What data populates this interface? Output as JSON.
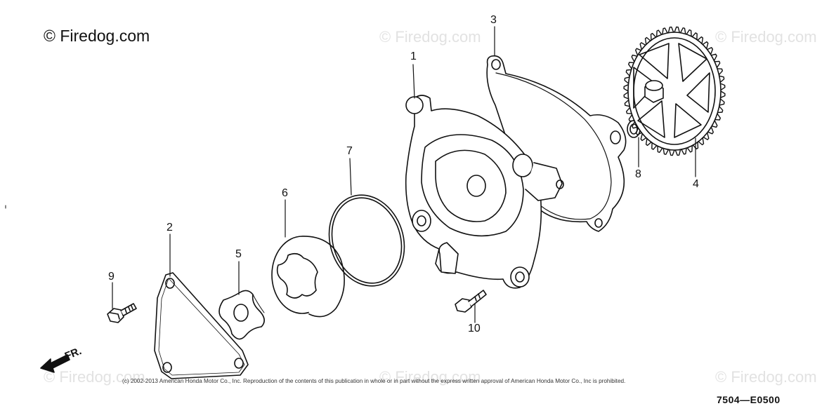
{
  "brand": "© Firedog.com",
  "watermark": "© Firedog.com",
  "copyright": "(c) 2002-2013 American Honda Motor Co., Inc. Reproduction of the contents of this publication in whole or in part without the express written approval of American Honda Motor Co., Inc is prohibited.",
  "diagram_code": "7504—E0500",
  "direction_label": "FR.",
  "callouts": {
    "c1": "1",
    "c2": "2",
    "c3": "3",
    "c4": "4",
    "c5": "5",
    "c6": "6",
    "c7": "7",
    "c8": "8",
    "c9": "9",
    "c10": "10"
  },
  "colors": {
    "line": "#111111",
    "watermark": "#e2e2e2",
    "background": "#ffffff"
  }
}
